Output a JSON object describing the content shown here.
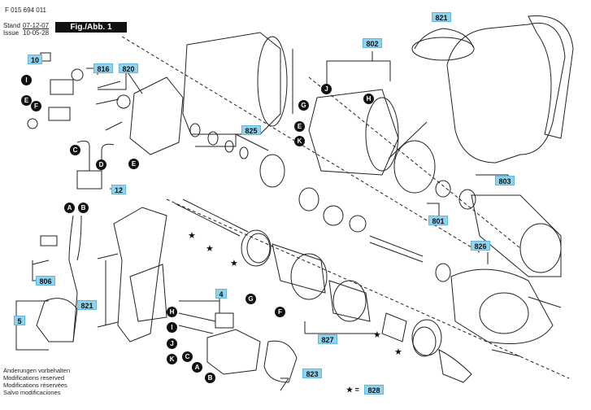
{
  "header": {
    "doc_number": "F 015 694 011",
    "stand_label": "Stand",
    "stand_date": "07-12-07",
    "issue_label": "Issue",
    "issue_date": "10-05-28",
    "figure_label": "Fig./Abb. 1"
  },
  "part_tags": [
    "821",
    "10",
    "816",
    "820",
    "802",
    "825",
    "803",
    "12",
    "801",
    "826",
    "806",
    "821",
    "5",
    "4",
    "827",
    "823",
    "828"
  ],
  "letter_markers": [
    "I",
    "E",
    "F",
    "C",
    "D",
    "E",
    "J",
    "G",
    "H",
    "E",
    "K",
    "A",
    "B",
    "G",
    "F",
    "H",
    "I",
    "J",
    "K",
    "C",
    "A",
    "B"
  ],
  "legend": {
    "star_equals": "★ = "
  },
  "footer": [
    "Änderungen vorbehalten",
    "Modifications reserved",
    "Modifications réservées",
    "Salvo modificaciones"
  ]
}
